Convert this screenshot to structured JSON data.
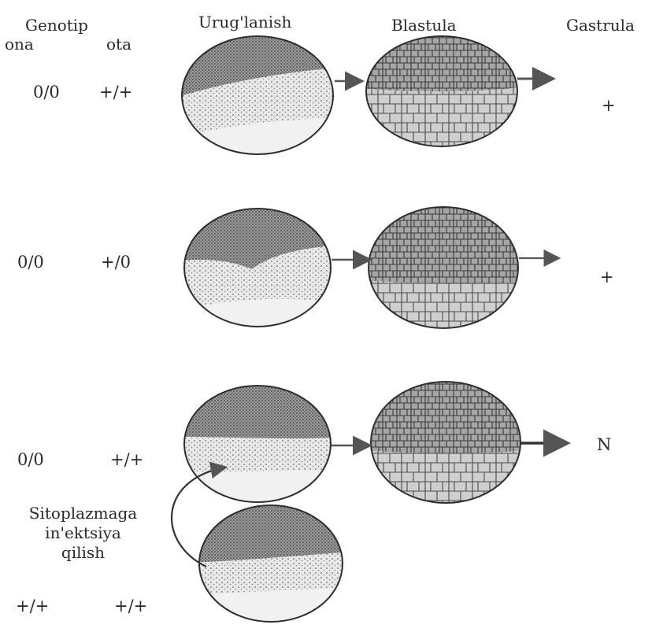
{
  "headers": {
    "genotype": "Genotip",
    "mother": "ona",
    "father": "ota",
    "stage_fertilization": "Urug'lanish",
    "stage_blastula": "Blastula",
    "stage_gastrula": "Gastrula"
  },
  "rows": [
    {
      "mother_genotype": "0/0",
      "father_genotype": "+/+",
      "gastrula_result": "+"
    },
    {
      "mother_genotype": "0/0",
      "father_genotype": "+/0",
      "gastrula_result": "+"
    },
    {
      "mother_genotype": "0/0",
      "father_genotype": "+/+",
      "gastrula_result": "N"
    }
  ],
  "donor": {
    "mother_genotype": "+/+",
    "father_genotype": "+/+"
  },
  "injection_label": [
    "Sitoplazmaga",
    "in'ektsiya",
    "qilish"
  ],
  "colors": {
    "ink": "#2a2a2a",
    "arrow": "#555555",
    "cell_dark": "#6a6a6a",
    "cell_light": "#d2d2d2"
  }
}
